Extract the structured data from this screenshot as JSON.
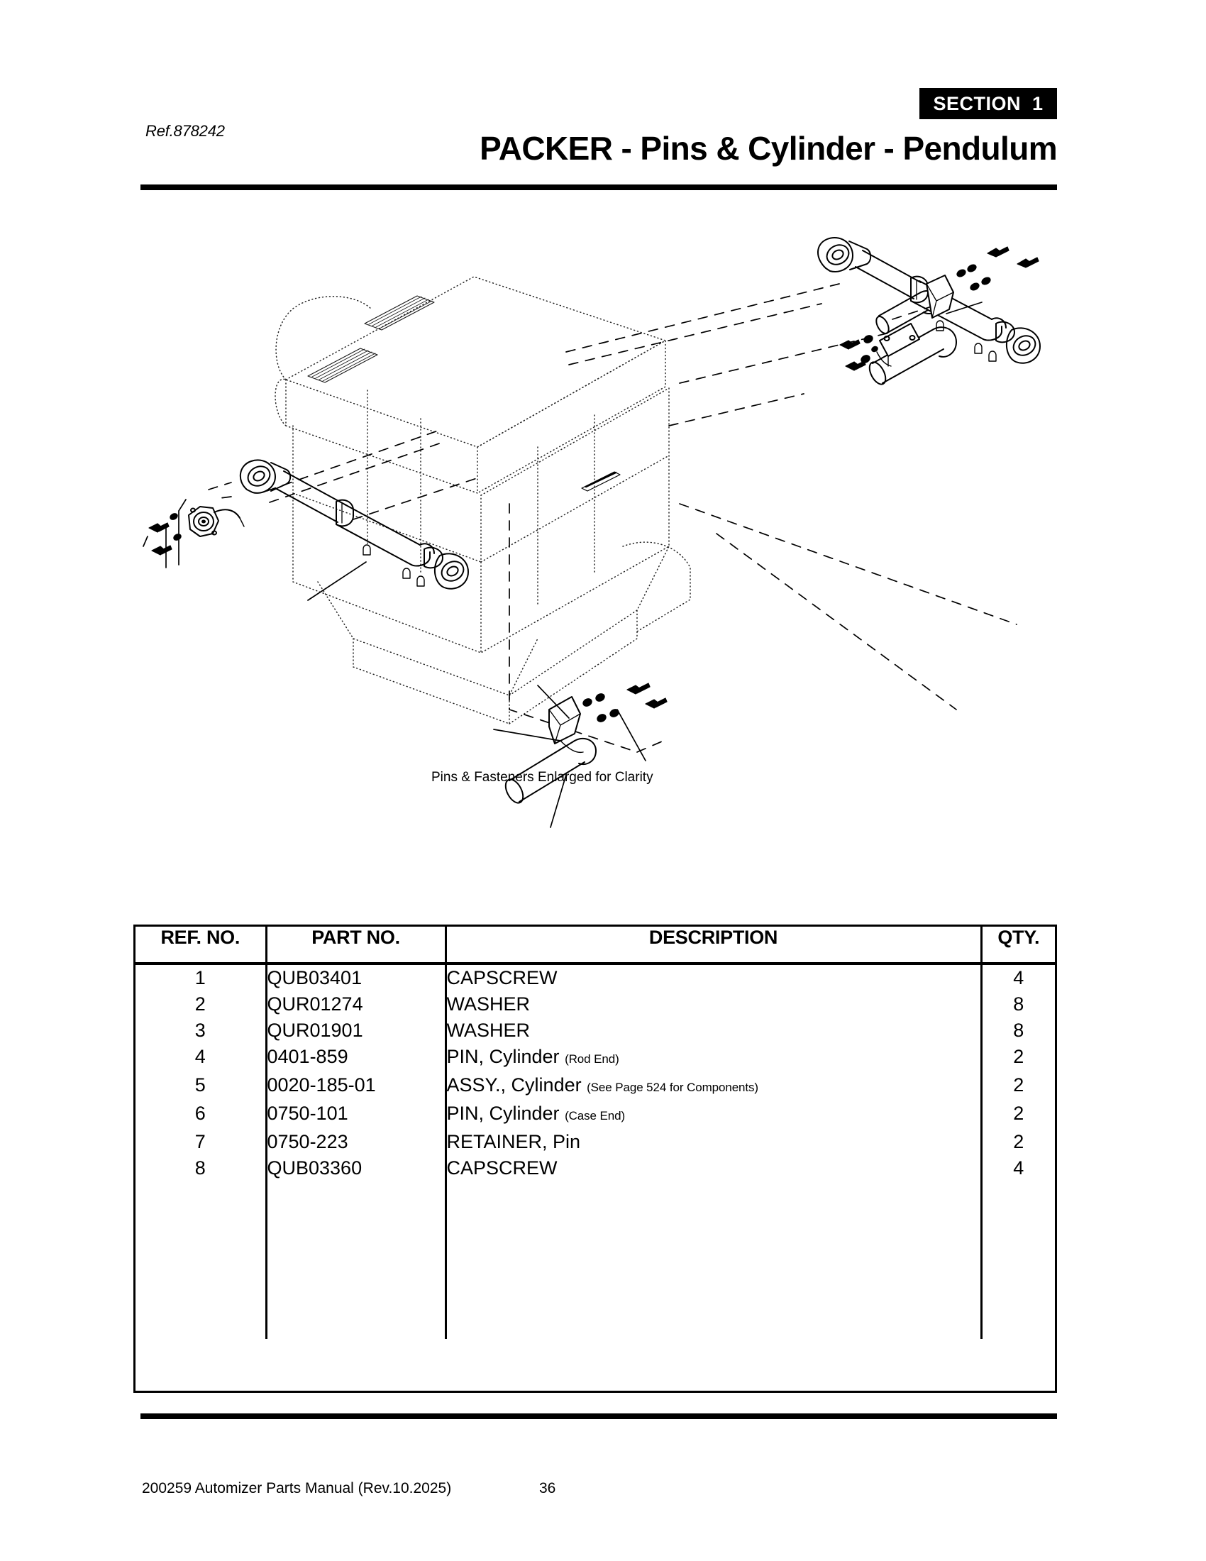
{
  "header": {
    "section_badge": "SECTION  1",
    "ref_code": "Ref.878242",
    "title": "PACKER - Pins & Cylinder - Pendulum"
  },
  "figure": {
    "caption": "Pins & Fasteners Enlarged for Clarity",
    "description": "Isometric exploded view of packer pendulum assembly: machine body shown in phantom dotted outline with two hydraulic cylinders (upper right and lower left) attached by clevis pins, retainer plates, washers and capscrews; two additional pin details shown at right and lower center."
  },
  "table": {
    "columns": [
      "REF. NO.",
      "PART NO.",
      "DESCRIPTION",
      "QTY."
    ],
    "rows": [
      {
        "ref": "1",
        "part": "QUB03401",
        "desc": "CAPSCREW",
        "note": "",
        "qty": "4"
      },
      {
        "ref": "2",
        "part": "QUR01274",
        "desc": "WASHER",
        "note": "",
        "qty": "8"
      },
      {
        "ref": "3",
        "part": "QUR01901",
        "desc": "WASHER",
        "note": "",
        "qty": "8"
      },
      {
        "ref": "4",
        "part": "0401-859",
        "desc": "PIN, Cylinder",
        "note": "(Rod End)",
        "qty": "2"
      },
      {
        "ref": "5",
        "part": "0020-185-01",
        "desc": "ASSY., Cylinder",
        "note": "(See Page 524 for Components)",
        "qty": "2"
      },
      {
        "ref": "6",
        "part": "0750-101",
        "desc": "PIN, Cylinder",
        "note": "(Case End)",
        "qty": "2"
      },
      {
        "ref": "7",
        "part": "0750-223",
        "desc": "RETAINER, Pin",
        "note": "",
        "qty": "2"
      },
      {
        "ref": "8",
        "part": "QUB03360",
        "desc": "CAPSCREW",
        "note": "",
        "qty": "4"
      }
    ],
    "empty_rows": 6
  },
  "footer": {
    "manual": "200259 Automizer Parts Manual (Rev.10.2025)",
    "page_number": "36"
  },
  "colors": {
    "ink": "#000000",
    "paper": "#ffffff"
  }
}
